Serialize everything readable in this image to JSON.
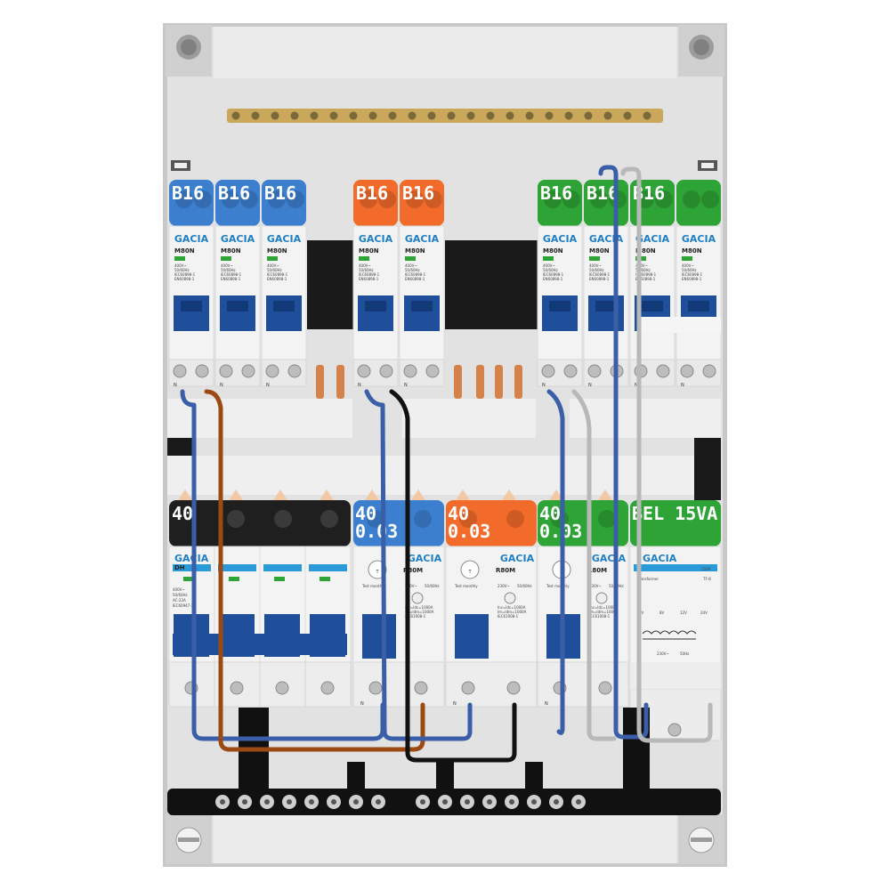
{
  "brand": "GACIA",
  "mcb": {
    "model": "M80N",
    "spec_lines": [
      "400V~",
      "50/60Hz",
      "IEC60898-1",
      "EN60898-1"
    ],
    "top_row": [
      {
        "label": "B16",
        "color": "#3c7fcf"
      },
      {
        "label": "B16",
        "color": "#3c7fcf"
      },
      {
        "label": "B16",
        "color": "#3c7fcf"
      },
      {
        "label": "B16",
        "color": "#f26b2b"
      },
      {
        "label": "B16",
        "color": "#f26b2b"
      },
      {
        "label": "B16",
        "color": "#2ea336"
      },
      {
        "label": "B16",
        "color": "#2ea336"
      },
      {
        "label": "B16",
        "color": "#2ea336"
      }
    ],
    "terminal_letter": "N"
  },
  "isolator": {
    "label": "40",
    "model": "DH",
    "color": "#1f1f1f",
    "spec_lines": [
      "400V~",
      "50/60Hz",
      "AC-22A",
      "IEC60947-3"
    ]
  },
  "rcd": {
    "model": "R80M",
    "test_text": "Test monthly",
    "units": [
      {
        "label_line1": "40",
        "label_line2": "0.03",
        "color": "#3c7fcf",
        "voltage": "230V~",
        "freq": "50/60Hz"
      },
      {
        "label_line1": "40",
        "label_line2": "0.03",
        "color": "#f26b2b",
        "voltage": "230V~",
        "freq": "50/60Hz"
      },
      {
        "label_line1": "40",
        "label_line2": "0.03",
        "color": "#2ea336",
        "voltage": "230V~",
        "freq": "50/60Hz"
      }
    ],
    "spec_lines": [
      "Inc=Idc=1000A",
      "Im=Idm=1000A",
      "IEC61008-1"
    ]
  },
  "transformer": {
    "label": "BEL 15VA",
    "color": "#2ea336",
    "rating": "15VA",
    "type_text": "Transformer",
    "type_code": "TF-8",
    "taps": [
      "0V",
      "8V",
      "12V",
      "24V"
    ],
    "input": "230V~",
    "freq": "50Hz"
  },
  "colors": {
    "wire_blue": "#3a5fa8",
    "wire_brown": "#9a4a12",
    "wire_black": "#111111",
    "wire_grey": "#b8b8b8",
    "busbar_copper": "#d4824a",
    "terminal_brass": "#c9a85c",
    "cabinet": "#e6e6e6",
    "frame": "#c8c8c8"
  }
}
